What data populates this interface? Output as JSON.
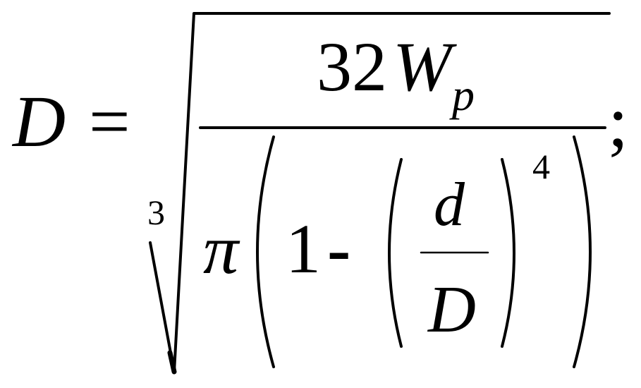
{
  "formula": {
    "lhs_variable": "D",
    "equals_sign": "=",
    "root_index": "3",
    "numerator": {
      "coefficient": "32",
      "variable": "W",
      "subscript": "p"
    },
    "denominator": {
      "pi_symbol": "π",
      "one": "1",
      "minus_sign": "-",
      "inner_fraction": {
        "numerator": "d",
        "denominator": "D"
      },
      "exponent": "4"
    },
    "terminator": ";"
  }
}
